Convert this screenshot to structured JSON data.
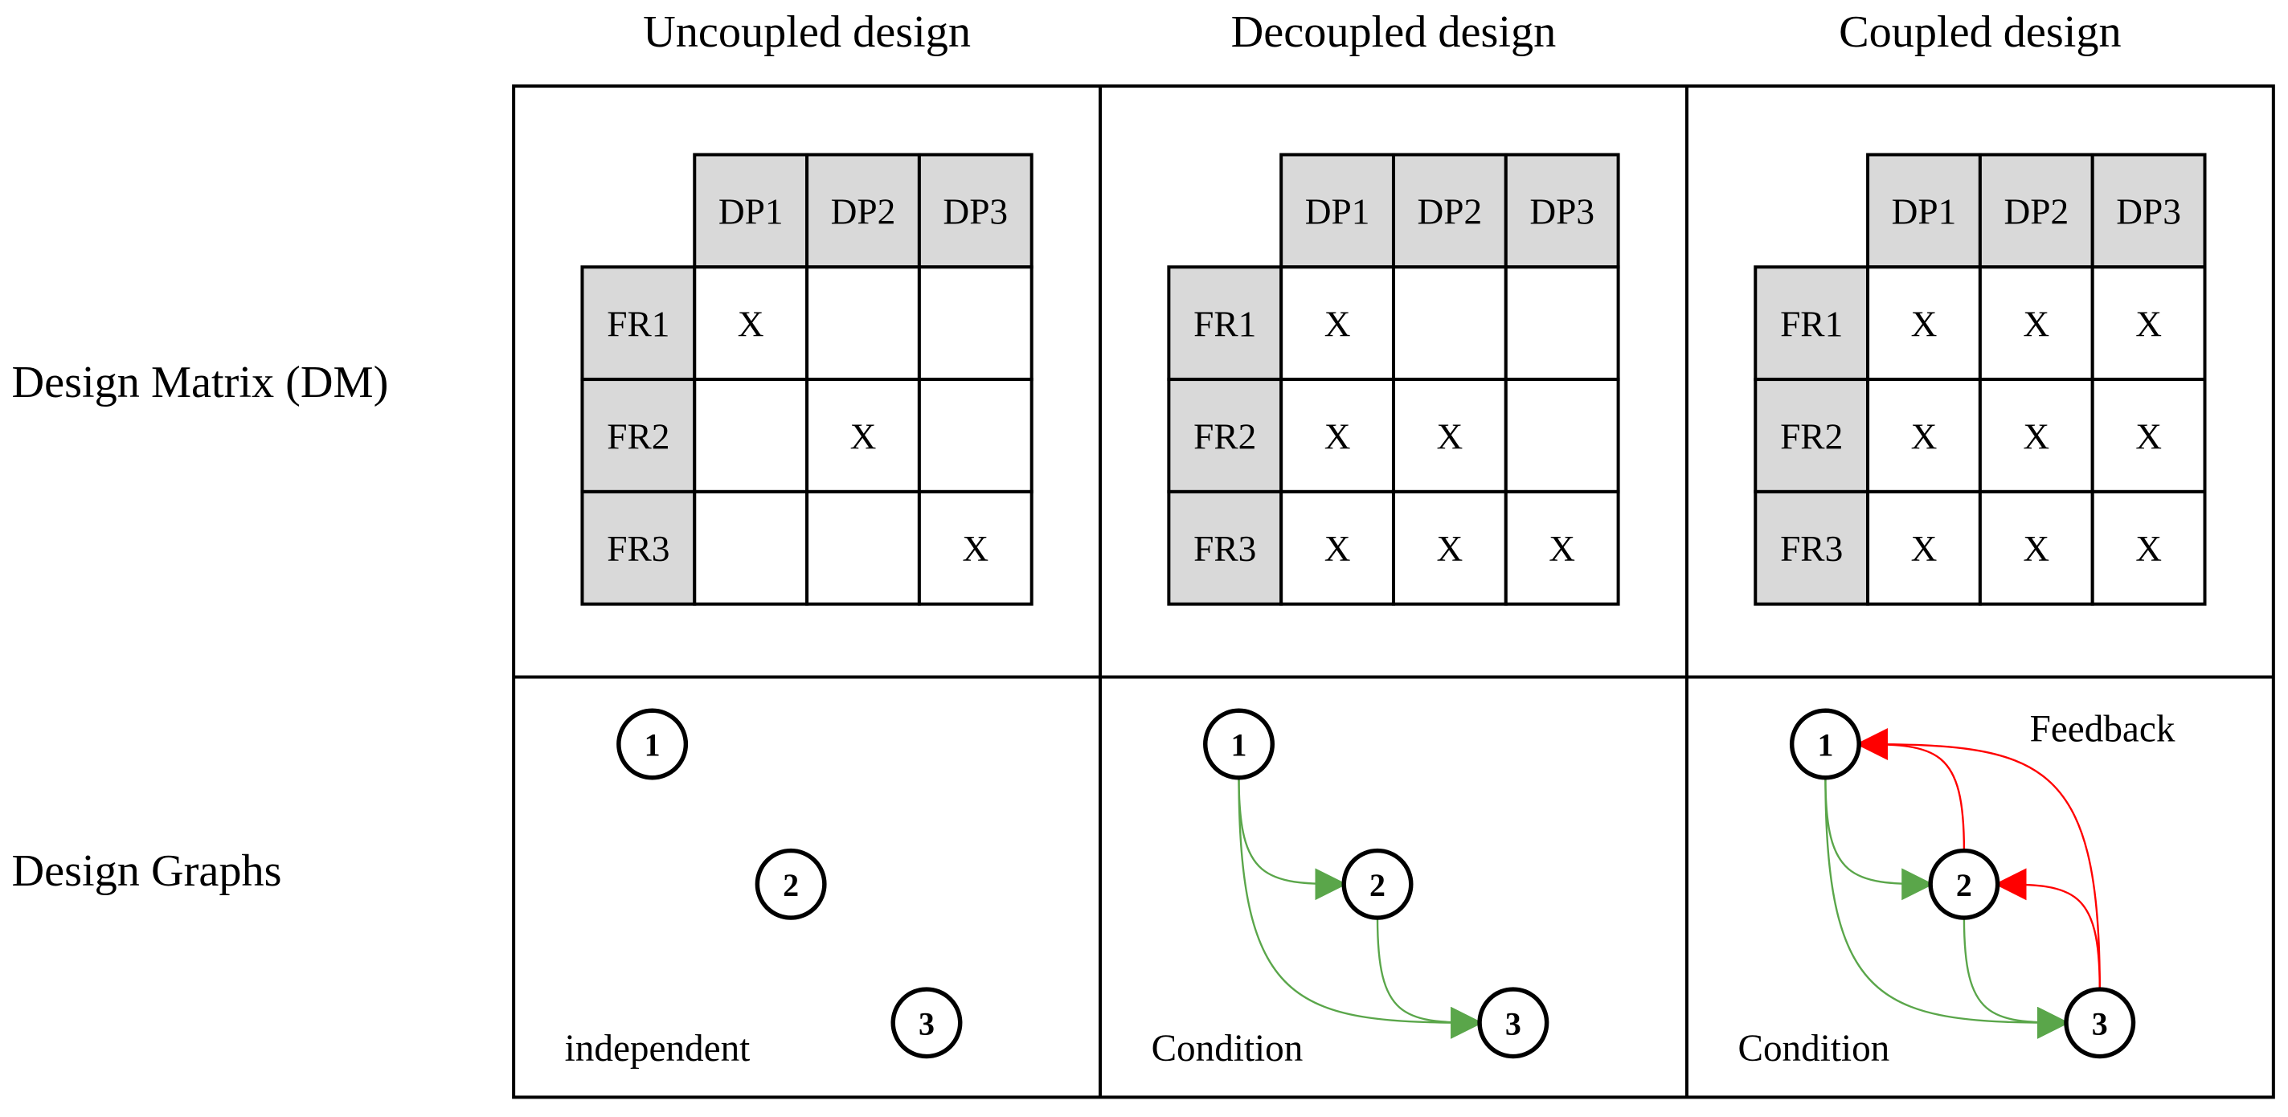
{
  "column_titles": [
    "Uncoupled design",
    "Decoupled design",
    "Coupled design"
  ],
  "row_labels": [
    "Design Matrix (DM)",
    "Design Graphs"
  ],
  "matrix": {
    "dp_headers": [
      "DP1",
      "DP2",
      "DP3"
    ],
    "fr_headers": [
      "FR1",
      "FR2",
      "FR3"
    ],
    "mark": "X",
    "header_fill": "#d9d9d9"
  },
  "panels": [
    {
      "cells": [
        [
          "X",
          "",
          ""
        ],
        [
          "",
          "X",
          ""
        ],
        [
          "",
          "",
          "X"
        ]
      ],
      "nodes": [
        "1",
        "2",
        "3"
      ],
      "graph_label": "independent",
      "edges": [],
      "feedback_label": ""
    },
    {
      "cells": [
        [
          "X",
          "",
          ""
        ],
        [
          "X",
          "X",
          ""
        ],
        [
          "X",
          "X",
          "X"
        ]
      ],
      "nodes": [
        "1",
        "2",
        "3"
      ],
      "graph_label": "Condition",
      "edges": [
        {
          "from": "1",
          "to": "2",
          "kind": "condition"
        },
        {
          "from": "1",
          "to": "3",
          "kind": "condition"
        },
        {
          "from": "2",
          "to": "3",
          "kind": "condition"
        }
      ],
      "feedback_label": ""
    },
    {
      "cells": [
        [
          "X",
          "X",
          "X"
        ],
        [
          "X",
          "X",
          "X"
        ],
        [
          "X",
          "X",
          "X"
        ]
      ],
      "nodes": [
        "1",
        "2",
        "3"
      ],
      "graph_label": "Condition",
      "edges": [
        {
          "from": "1",
          "to": "2",
          "kind": "condition"
        },
        {
          "from": "1",
          "to": "3",
          "kind": "condition"
        },
        {
          "from": "2",
          "to": "3",
          "kind": "condition"
        },
        {
          "from": "2",
          "to": "1",
          "kind": "feedback"
        },
        {
          "from": "3",
          "to": "2",
          "kind": "feedback"
        },
        {
          "from": "3",
          "to": "1",
          "kind": "feedback"
        }
      ],
      "feedback_label": "Feedback"
    }
  ],
  "colors": {
    "condition_edge": "#5aa64a",
    "feedback_edge": "#ff0000",
    "line": "#000000"
  }
}
